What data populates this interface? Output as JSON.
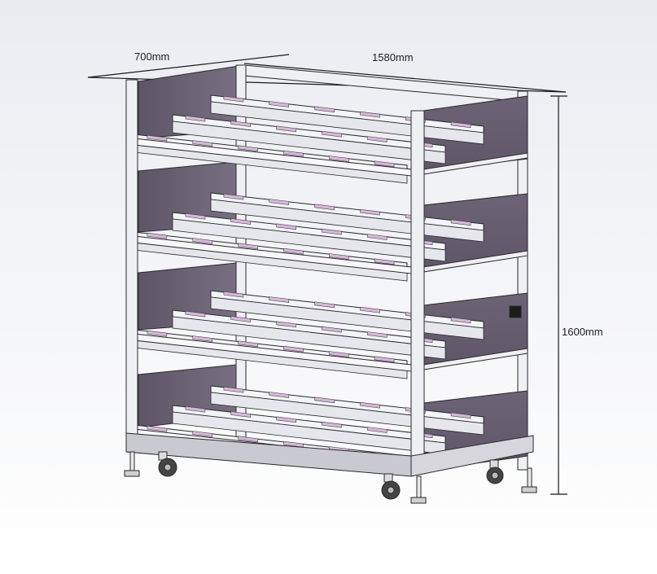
{
  "dimensions": {
    "depth": "700mm",
    "width": "1580mm",
    "height": "1600mm"
  },
  "colors": {
    "side_panel": "#6f6677",
    "side_panel_dark": "#5d5566",
    "frame": "#eef0f4",
    "shelf_divider": "#d7b7dc",
    "outline": "#2a2a2a"
  },
  "structure": {
    "shelf_levels": 4,
    "tiers_per_level": 3,
    "caster_count": 4
  }
}
